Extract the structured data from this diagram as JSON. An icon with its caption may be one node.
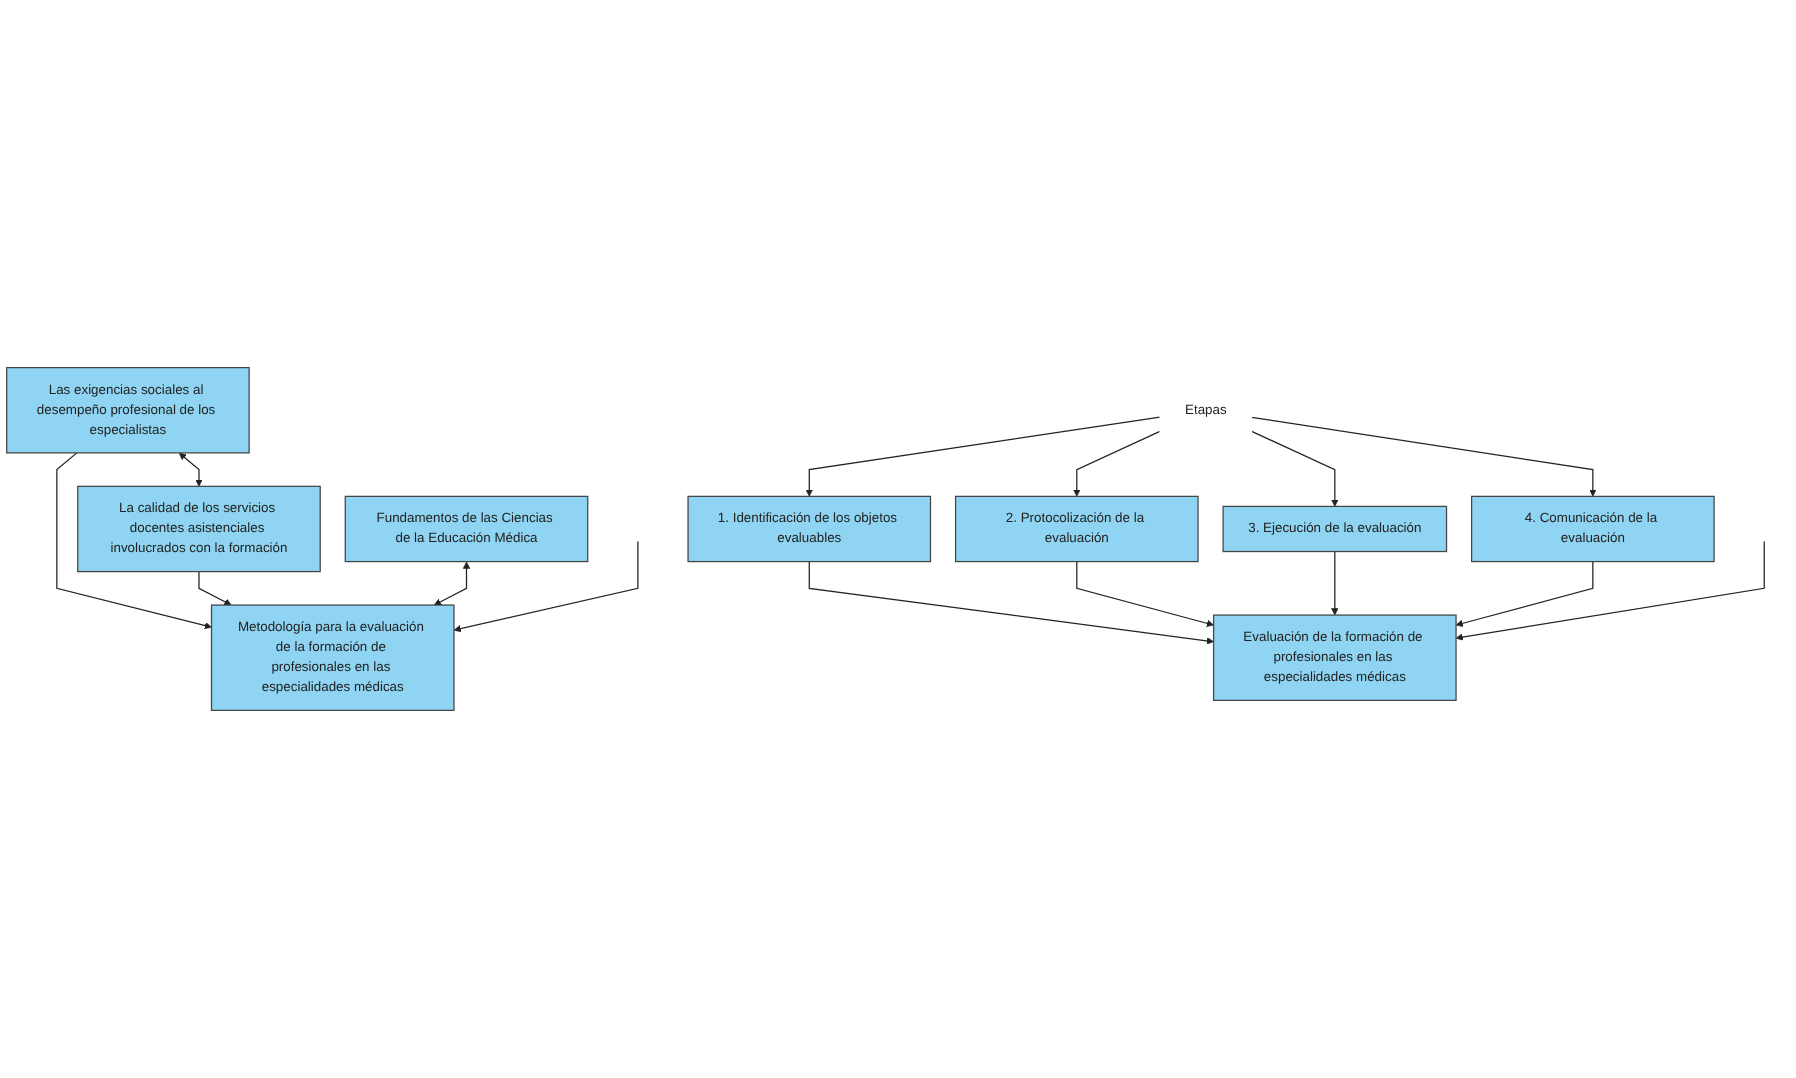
{
  "diagram": {
    "nodes": [
      {
        "text": [
          "Las exigencias sociales al desempeño profesional de los especialistas"
        ]
      },
      {
        "text": [
          "La calidad de los servicios docentes asistenciales involucrados con la formación"
        ]
      },
      {
        "text": [
          "Fundamentos de las Ciencias de la Educación Médica"
        ]
      },
      {
        "text": [
          "Metodología para la evaluación de la formación de profesionales en las especialidades médicas"
        ]
      },
      {
        "text": [
          "Etapas"
        ]
      },
      {
        "text": [
          "1. Identificación de los objetos evaluables"
        ]
      },
      {
        "text": [
          "2. Protocolización de la evaluación"
        ]
      },
      {
        "text": [
          "3. Ejecución de la evaluación"
        ]
      },
      {
        "text": [
          "4. Comunicación de la evaluación"
        ]
      },
      {
        "text": [
          "Evaluación de la formación de profesionales en las especialidades médicas"
        ]
      }
    ],
    "edges": [
      {
        "from": 0,
        "to": 1,
        "arrow": "both"
      },
      {
        "from": 0,
        "to": 3,
        "arrow": "to"
      },
      {
        "from": 1,
        "to": 3,
        "arrow": "to"
      },
      {
        "from": 2,
        "to": 3,
        "arrow": "both"
      },
      {
        "from": null,
        "to": 3,
        "arrow": "to"
      },
      {
        "from": 4,
        "to": 5,
        "arrow": "to"
      },
      {
        "from": 4,
        "to": 6,
        "arrow": "to"
      },
      {
        "from": 4,
        "to": 7,
        "arrow": "to"
      },
      {
        "from": 4,
        "to": 8,
        "arrow": "to"
      },
      {
        "from": 5,
        "to": 9,
        "arrow": "to"
      },
      {
        "from": 6,
        "to": 9,
        "arrow": "to"
      },
      {
        "from": 7,
        "to": 9,
        "arrow": "to"
      },
      {
        "from": 8,
        "to": 9,
        "arrow": "to"
      },
      {
        "from": null,
        "to": 9,
        "arrow": "to"
      }
    ]
  }
}
